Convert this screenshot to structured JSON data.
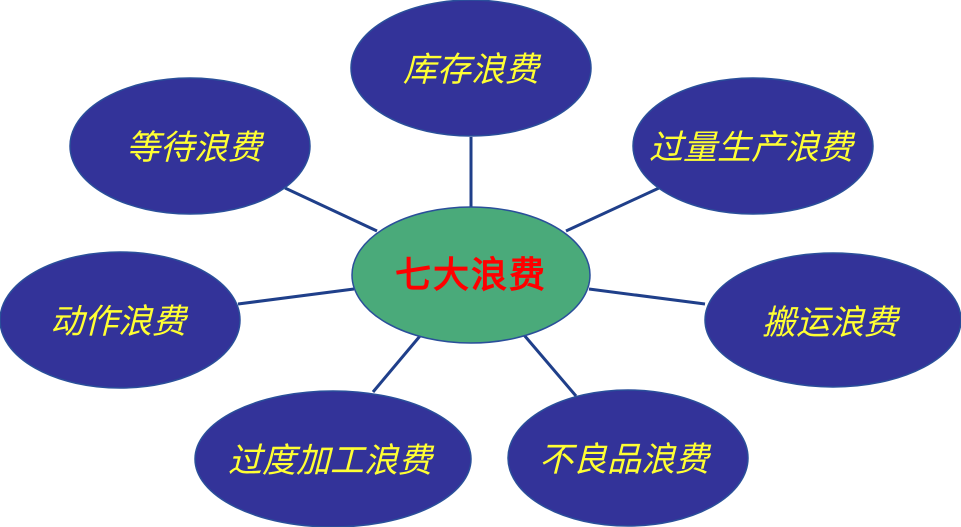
{
  "diagram": {
    "type": "radial-mind-map",
    "colors": {
      "background": "#ffffff",
      "node_fill": "#333399",
      "node_text": "#ffff33",
      "center_fill": "#4aaa7a",
      "center_text": "#ff0000",
      "connector": "#1f3f8a"
    },
    "center": {
      "label": "七大浪费"
    },
    "nodes": [
      {
        "id": "inventory",
        "label": "库存浪费"
      },
      {
        "id": "overproduction",
        "label": "过量生产浪费"
      },
      {
        "id": "transportation",
        "label": "搬运浪费"
      },
      {
        "id": "defects",
        "label": "不良品浪费"
      },
      {
        "id": "overprocessing",
        "label": "过度加工浪费"
      },
      {
        "id": "motion",
        "label": "动作浪费"
      },
      {
        "id": "waiting",
        "label": "等待浪费"
      }
    ]
  }
}
